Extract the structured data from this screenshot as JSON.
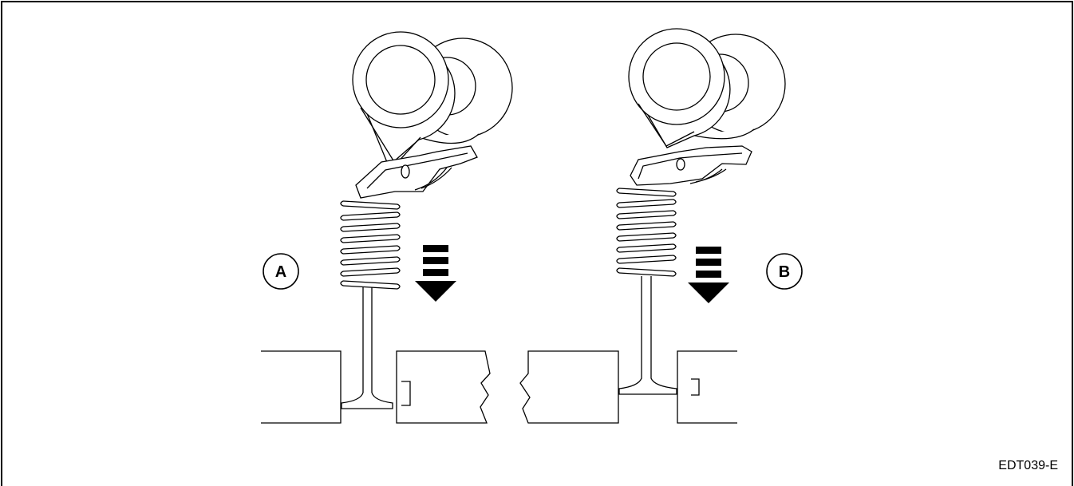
{
  "figure_code": "EDT039-E",
  "callouts": {
    "a": "A",
    "b": "B"
  },
  "colors": {
    "stroke": "#000000",
    "background": "#ffffff"
  }
}
